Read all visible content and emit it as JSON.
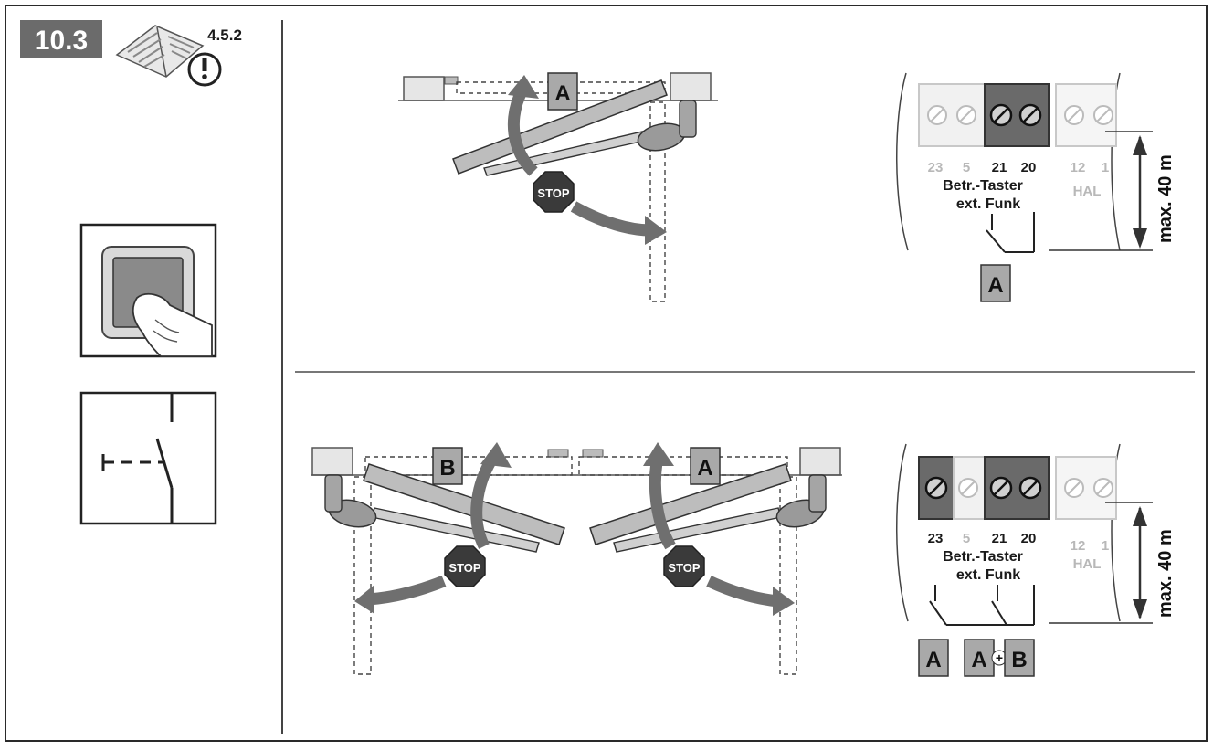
{
  "section": {
    "number": "10.3",
    "manual_ref": "4.5.2"
  },
  "colors": {
    "border": "#2a2a2a",
    "badge_bg": "#6b6b6b",
    "label_box_bg": "#a9a9a9",
    "arrow": "#6f6f6f",
    "stop_sign": "#3a3a3a",
    "terminal_dark": "#6a6a6a",
    "terminal_light": "#d9d9d9",
    "gate_fill": "#bdbdbd"
  },
  "icons": {
    "manual": "manual-book-icon",
    "warning": "exclamation-circle-icon",
    "push_button": "push-button-icon",
    "switch": "switch-symbol-icon",
    "stop": "stop-sign-icon"
  },
  "top_panel": {
    "gate_label": "A",
    "stop_text": "STOP",
    "terminals": [
      "23",
      "5",
      "21",
      "20"
    ],
    "terminals_right": [
      "12",
      "1"
    ],
    "terminal_caption_line1": "Betr.-Taster",
    "terminal_caption_line2": "ext. Funk",
    "right_caption": "HAL",
    "max_length": "max. 40 m",
    "switch_label": "A"
  },
  "bottom_panel": {
    "gate_left_label": "B",
    "gate_right_label": "A",
    "stop_text": "STOP",
    "terminals": [
      "23",
      "5",
      "21",
      "20"
    ],
    "terminals_right": [
      "12",
      "1"
    ],
    "terminal_caption_line1": "Betr.-Taster",
    "terminal_caption_line2": "ext. Funk",
    "right_caption": "HAL",
    "max_length": "max. 40 m",
    "switch_label_1": "A",
    "switch_label_2a": "A",
    "switch_plus": "+",
    "switch_label_2b": "B"
  }
}
